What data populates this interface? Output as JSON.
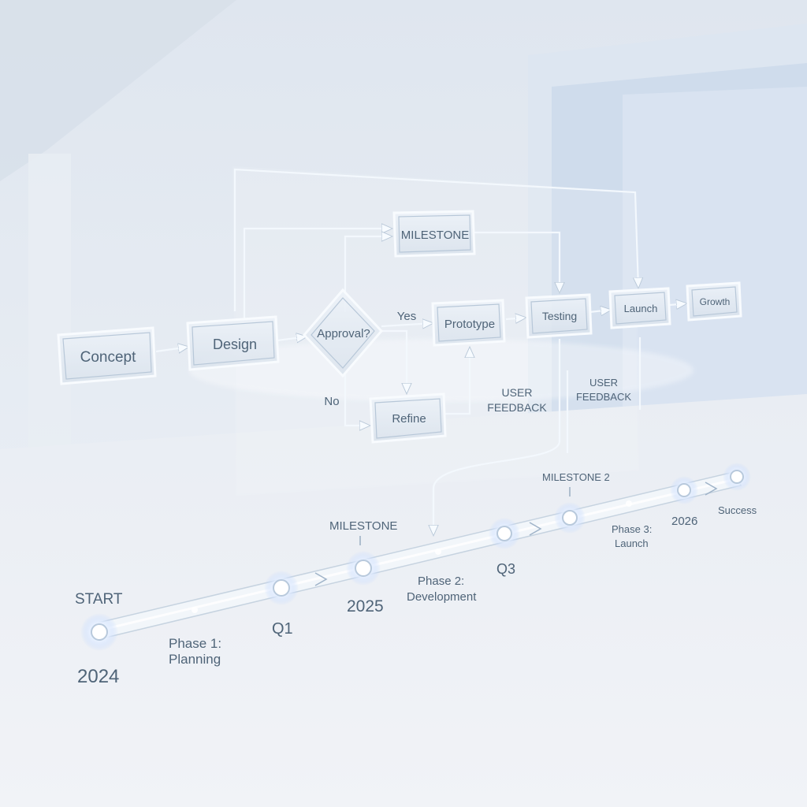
{
  "flowchart": {
    "nodes": {
      "concept": "Concept",
      "design": "Design",
      "approval": "Approval?",
      "milestone": "MILESTONE",
      "prototype": "Prototype",
      "refine": "Refine",
      "testing": "Testing",
      "launch": "Launch",
      "growth": "Growth"
    },
    "edge_labels": {
      "yes": "Yes",
      "no": "No"
    },
    "feedback_1": [
      "USER",
      "FEEDBACK"
    ],
    "feedback_2": [
      "USER",
      "FEEDBACK"
    ]
  },
  "timeline": {
    "start": "START",
    "year_2024": "2024",
    "phase1": [
      "Phase 1:",
      "Planning"
    ],
    "q1": "Q1",
    "milestone": "MILESTONE",
    "year_2025": "2025",
    "phase2": [
      "Phase 2:",
      "Development"
    ],
    "q3": "Q3",
    "milestone2": "MILESTONE 2",
    "phase3": [
      "Phase 3:",
      "Launch"
    ],
    "year_2026": "2026",
    "success": "Success"
  },
  "colors": {
    "background": "#e9eef5",
    "line": "#f4f8fc",
    "text": "#4f6478",
    "glow": "#cfe0ff"
  }
}
